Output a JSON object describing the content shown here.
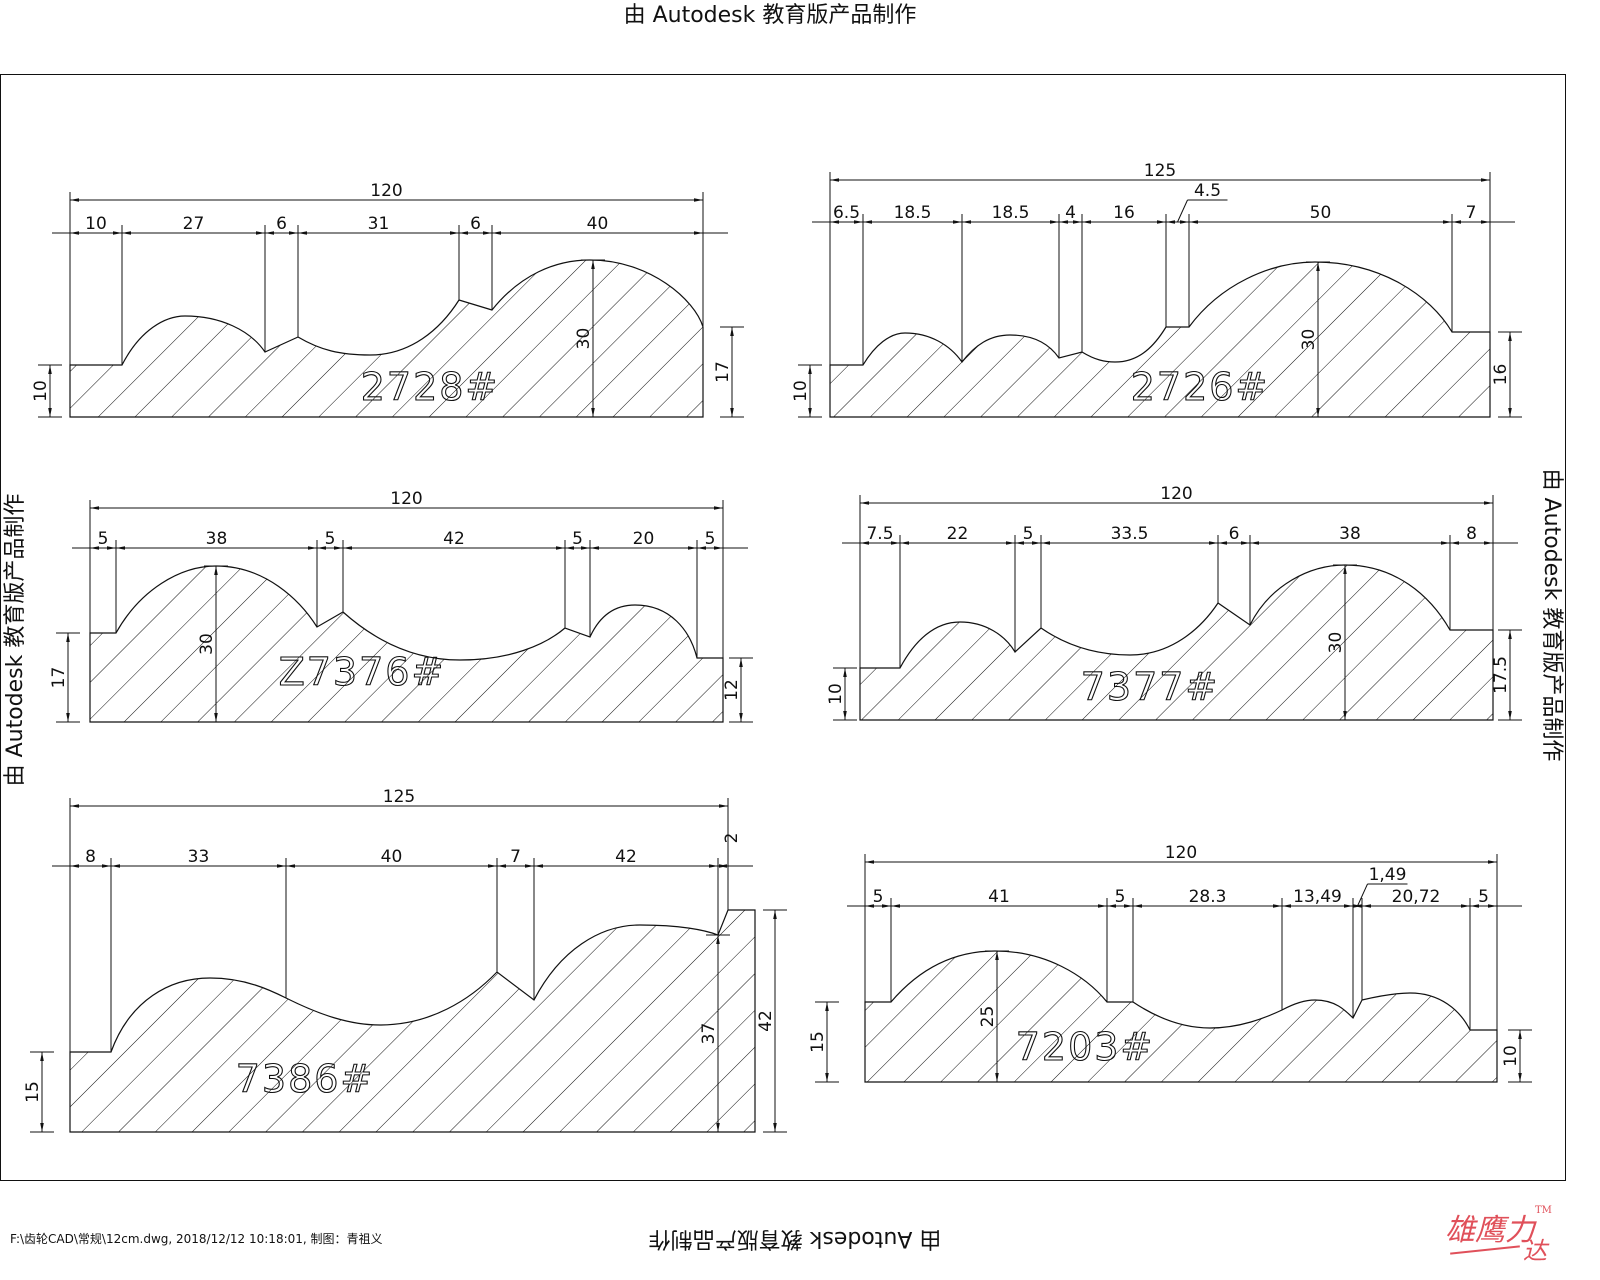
{
  "watermark": {
    "text": "由 Autodesk 教育版产品制作"
  },
  "footer": {
    "path_info": "F:\\齿轮CAD\\常规\\12cm.dwg, 2018/12/12 10:18:01, 制图：青祖义"
  },
  "logo": {
    "text": "雄鹰力达",
    "main": "雄鹰力",
    "sub": "达",
    "tm": "TM"
  },
  "colors": {
    "line": "#111111",
    "logo": "#e0505a"
  },
  "panels": [
    {
      "id": "2728#",
      "overall": "120",
      "segments": [
        "10",
        "27",
        "6",
        "31",
        "6",
        "40"
      ],
      "left_height": "10",
      "right_height": [
        "17"
      ],
      "depth": "30"
    },
    {
      "id": "2726#",
      "overall": "125",
      "segments": [
        "6.5",
        "18.5",
        "18.5",
        "4",
        "16",
        "4.5",
        "50",
        "7"
      ],
      "left_height": "10",
      "right_height": [
        "16"
      ],
      "depth": "30"
    },
    {
      "id": "Z7376#",
      "overall": "120",
      "segments": [
        "5",
        "38",
        "5",
        "42",
        "5",
        "20",
        "5"
      ],
      "left_height": "17",
      "right_height": [
        "12"
      ],
      "depth": "30"
    },
    {
      "id": "7377#",
      "overall": "120",
      "segments": [
        "7.5",
        "22",
        "5",
        "33.5",
        "6",
        "38",
        "8"
      ],
      "left_height": "10",
      "right_height": [
        "17.5"
      ],
      "depth": "30"
    },
    {
      "id": "7386#",
      "overall": "125",
      "segments": [
        "8",
        "33",
        "40",
        "7",
        "42",
        "2"
      ],
      "left_height": "15",
      "right_height": [
        "37",
        "42"
      ],
      "depth": ""
    },
    {
      "id": "7203#",
      "overall": "120",
      "segments": [
        "5",
        "41",
        "5",
        "28.3",
        "13,49",
        "1,49",
        "20,72",
        "5"
      ],
      "left_height": "15",
      "right_height": [
        "10"
      ],
      "depth": "25"
    }
  ]
}
